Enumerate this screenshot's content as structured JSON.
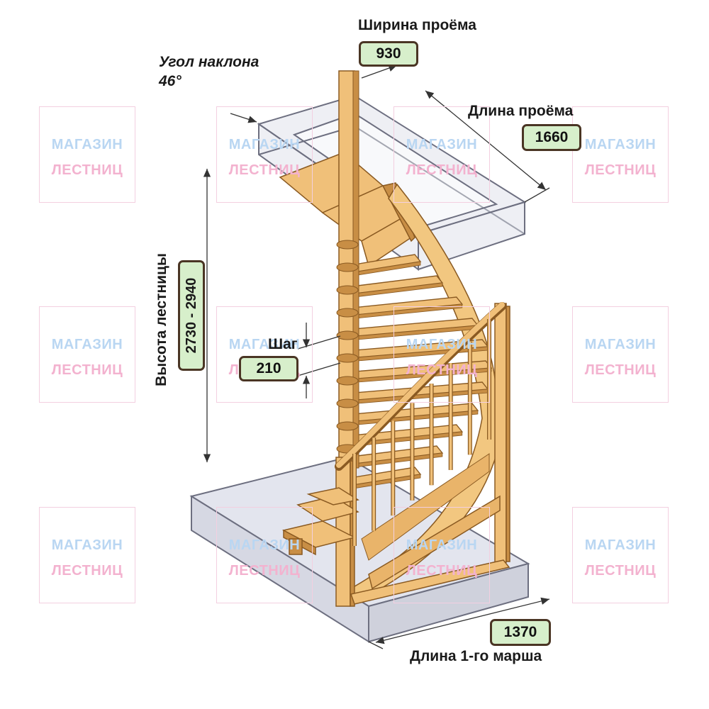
{
  "colors": {
    "wood": "#f0c079",
    "wood_dark": "#c88e45",
    "wood_edge": "#8a5a22",
    "glass_fill": "#d9dbe6",
    "glass_edge": "#6d6f80",
    "badge_fill": "#d7efcb",
    "badge_border": "#4a3524"
  },
  "watermark": {
    "line1": "МАГАЗИН",
    "line2": "ЛЕСТНИЦ"
  },
  "labels": {
    "opening_width": "Ширина проёма",
    "opening_length": "Длина проёма",
    "slope": "Угол наклона",
    "slope_value": "46°",
    "stair_height": "Высота лестницы",
    "step": "Шаг",
    "first_flight_length": "Длина 1-го марша"
  },
  "badges": {
    "opening_width": "930",
    "opening_length": "1660",
    "stair_height": "2730 - 2940",
    "step": "210",
    "first_flight_length": "1370"
  }
}
